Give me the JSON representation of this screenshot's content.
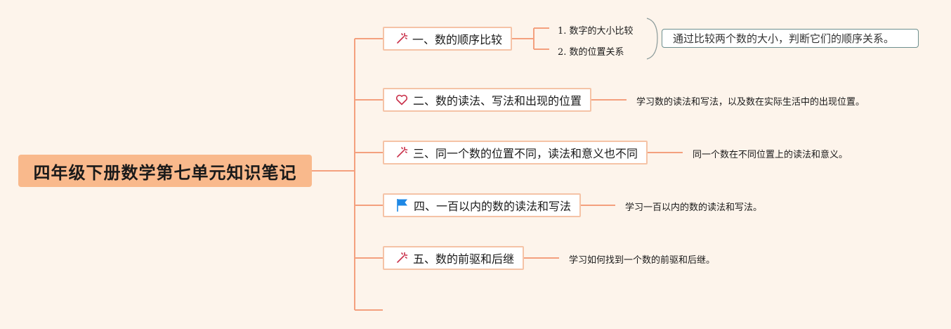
{
  "root": {
    "title": "四年级下册数学第七单元知识笔记"
  },
  "topics": [
    {
      "label": "一、数的顺序比较",
      "icon": "magic-wand-icon",
      "subtopics": [
        "1. 数字的大小比较",
        "2. 数的位置关系"
      ],
      "summary": "通过比较两个数的大小，判断它们的顺序关系。"
    },
    {
      "label": "二、数的读法、写法和出现的位置",
      "icon": "heart-icon",
      "note": "学习数的读法和写法，以及数在实际生活中的出现位置。"
    },
    {
      "label": "三、同一个数的位置不同，读法和意义也不同",
      "icon": "magic-wand-icon",
      "note": "同一个数在不同位置上的读法和意义。"
    },
    {
      "label": "四、一百以内的数的读法和写法",
      "icon": "flag-icon",
      "note": "学习一百以内的数的读法和写法。"
    },
    {
      "label": "五、数的前驱和后继",
      "icon": "magic-wand-icon",
      "note": "学习如何找到一个数的前驱和后继。"
    }
  ],
  "colors": {
    "background": "#fdf4eb",
    "root_fill": "#f9b98c",
    "connector": "#f4a07e",
    "topic_border": "#f5c3a6",
    "wand_icon": "#c9304a",
    "heart_icon": "#c9304a",
    "flag_icon": "#1e88e5",
    "summary_border": "#6d8f8f"
  }
}
